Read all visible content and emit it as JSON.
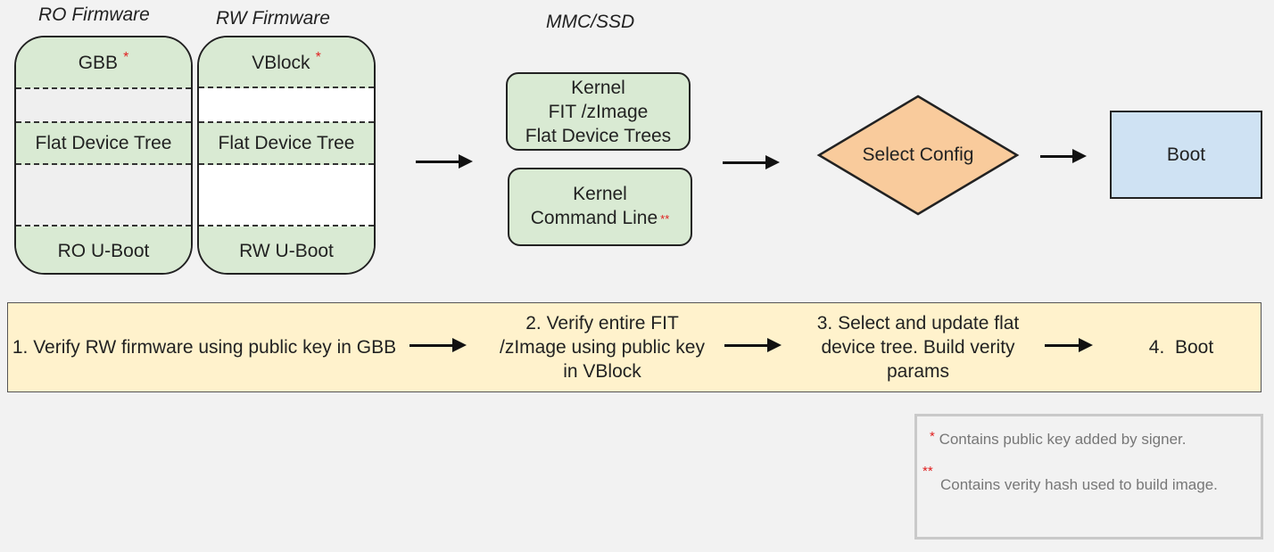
{
  "ro_firmware": {
    "title": "RO Firmware",
    "sections": [
      "GBB",
      "",
      "Flat Device Tree",
      "",
      "RO U-Boot"
    ],
    "gbb_marker": "*"
  },
  "rw_firmware": {
    "title": "RW Firmware",
    "sections": [
      "VBlock",
      "",
      "Flat Device Tree",
      "",
      "RW U-Boot"
    ],
    "vblock_marker": "*"
  },
  "storage": {
    "title": "MMC/SSD",
    "kernel_box": [
      "Kernel",
      "FIT /zImage",
      "Flat Device Trees"
    ],
    "cmdline_box": [
      "Kernel",
      "Command Line"
    ],
    "cmdline_marker": "**"
  },
  "decision": {
    "label": "Select Config"
  },
  "boot": {
    "label": "Boot"
  },
  "steps": [
    "1. Verify RW firmware using public key in GBB",
    "2. Verify entire FIT /zImage using public key in VBlock",
    "3. Select and update flat device tree. Build verity params",
    "4.  Boot"
  ],
  "legend": {
    "items": [
      {
        "marker": "*",
        "text": "Contains public key added by signer."
      },
      {
        "marker": "**",
        "text": "Contains verity hash used to build image."
      }
    ]
  },
  "colors": {
    "firmware_fill": "#d9ead3",
    "decision_fill": "#f9cb9c",
    "boot_fill": "#cfe2f3",
    "steps_fill": "#fff2cc",
    "marker": "#e02020"
  }
}
